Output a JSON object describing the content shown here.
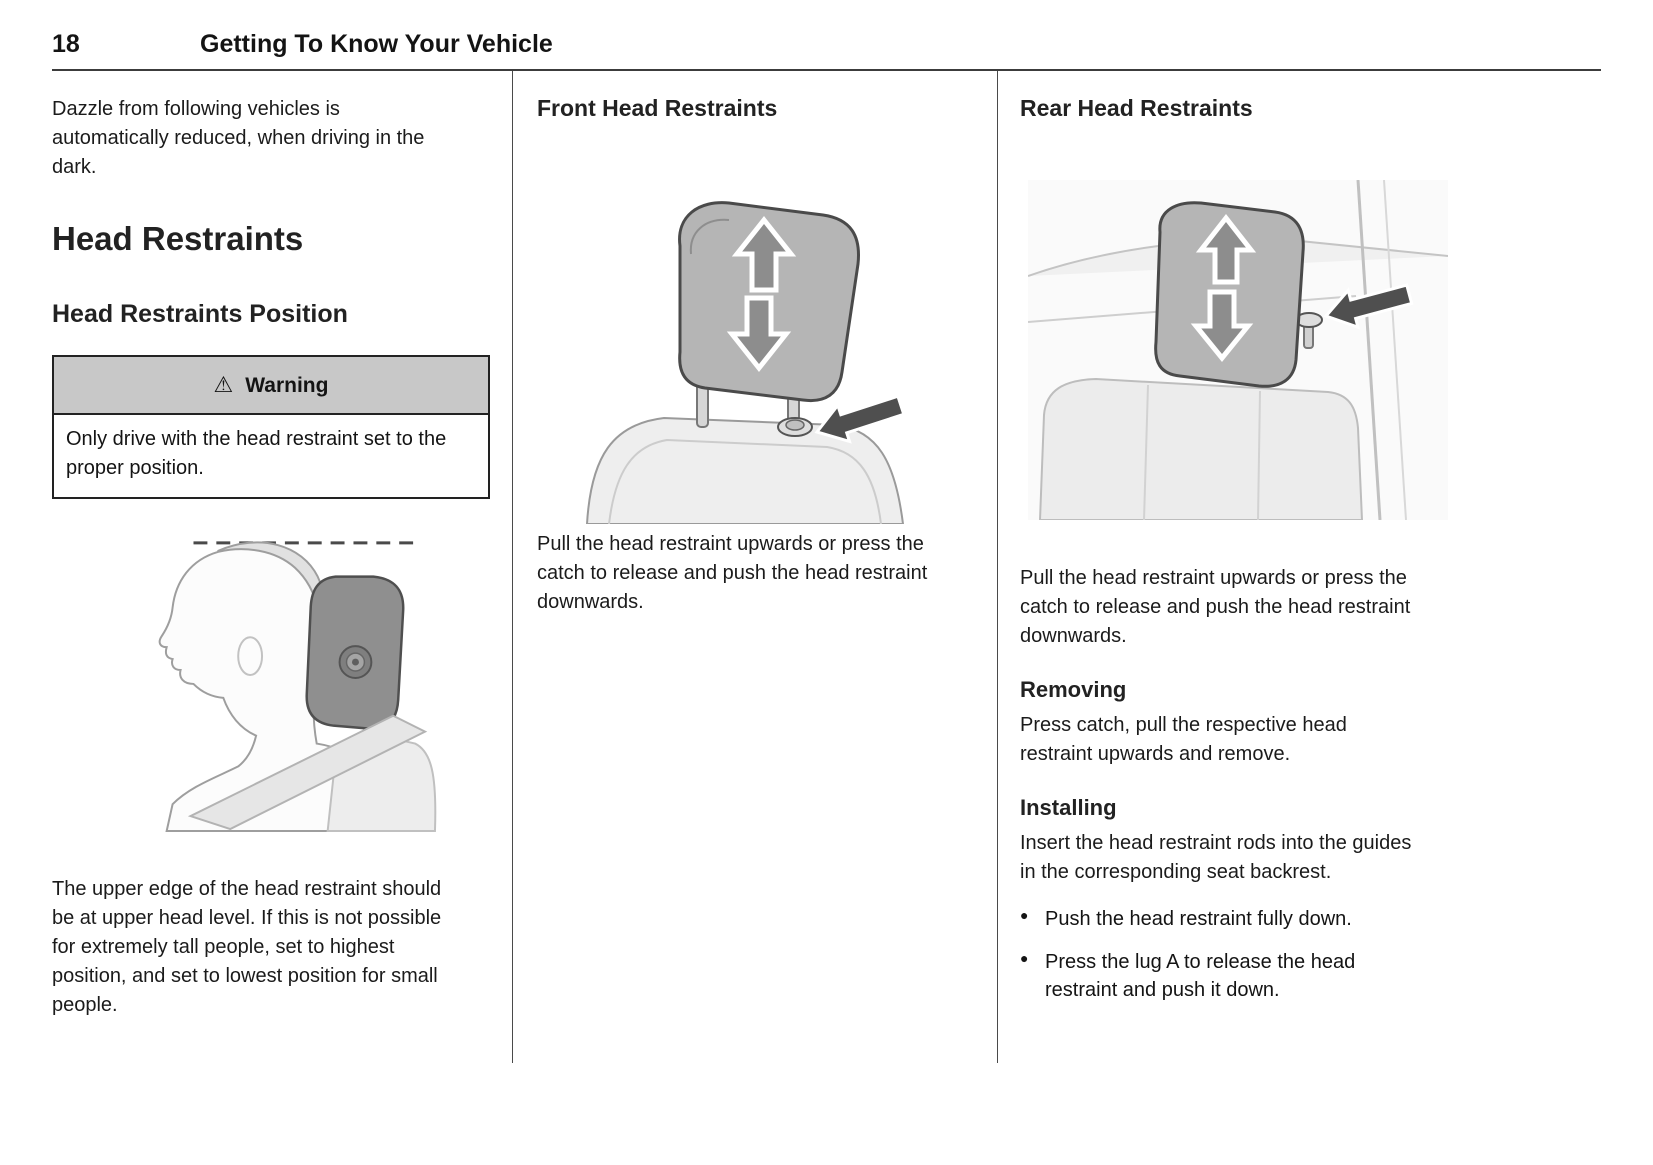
{
  "page": {
    "number": "18",
    "header_title": "Getting To Know Your Vehicle"
  },
  "icons": {
    "warning": "⚠"
  },
  "colors": {
    "warning_header_bg": "#c8c8c8",
    "text": "#141414",
    "divider": "#4a4a4a"
  },
  "col1": {
    "intro": "Dazzle from following vehicles is automatically reduced, when driving in the dark.",
    "heading": "Head Restraints",
    "subheading": "Head Restraints Position",
    "warning": {
      "title": "Warning",
      "body": "Only drive with the head restraint set to the proper position."
    },
    "caption": "The upper edge of the head restraint should be at upper head level. If this is not possible for extremely tall people, set to highest position, and set to lowest position for small people."
  },
  "col2": {
    "heading": "Front Head Restraints",
    "body": "Pull the head restraint upwards or press the catch to release and push the head restraint downwards."
  },
  "col3": {
    "heading": "Rear Head Restraints",
    "body": "Pull the head restraint upwards or press the catch to release and push the head restraint downwards.",
    "removing_heading": "Removing",
    "removing_body": "Press catch, pull the respective head restraint upwards and remove.",
    "installing_heading": "Installing",
    "installing_body": "Insert the head restraint rods into the guides in the corresponding seat backrest.",
    "bullets": [
      "Push the head restraint fully down.",
      "Press the lug A to release the head restraint and push it down."
    ]
  }
}
